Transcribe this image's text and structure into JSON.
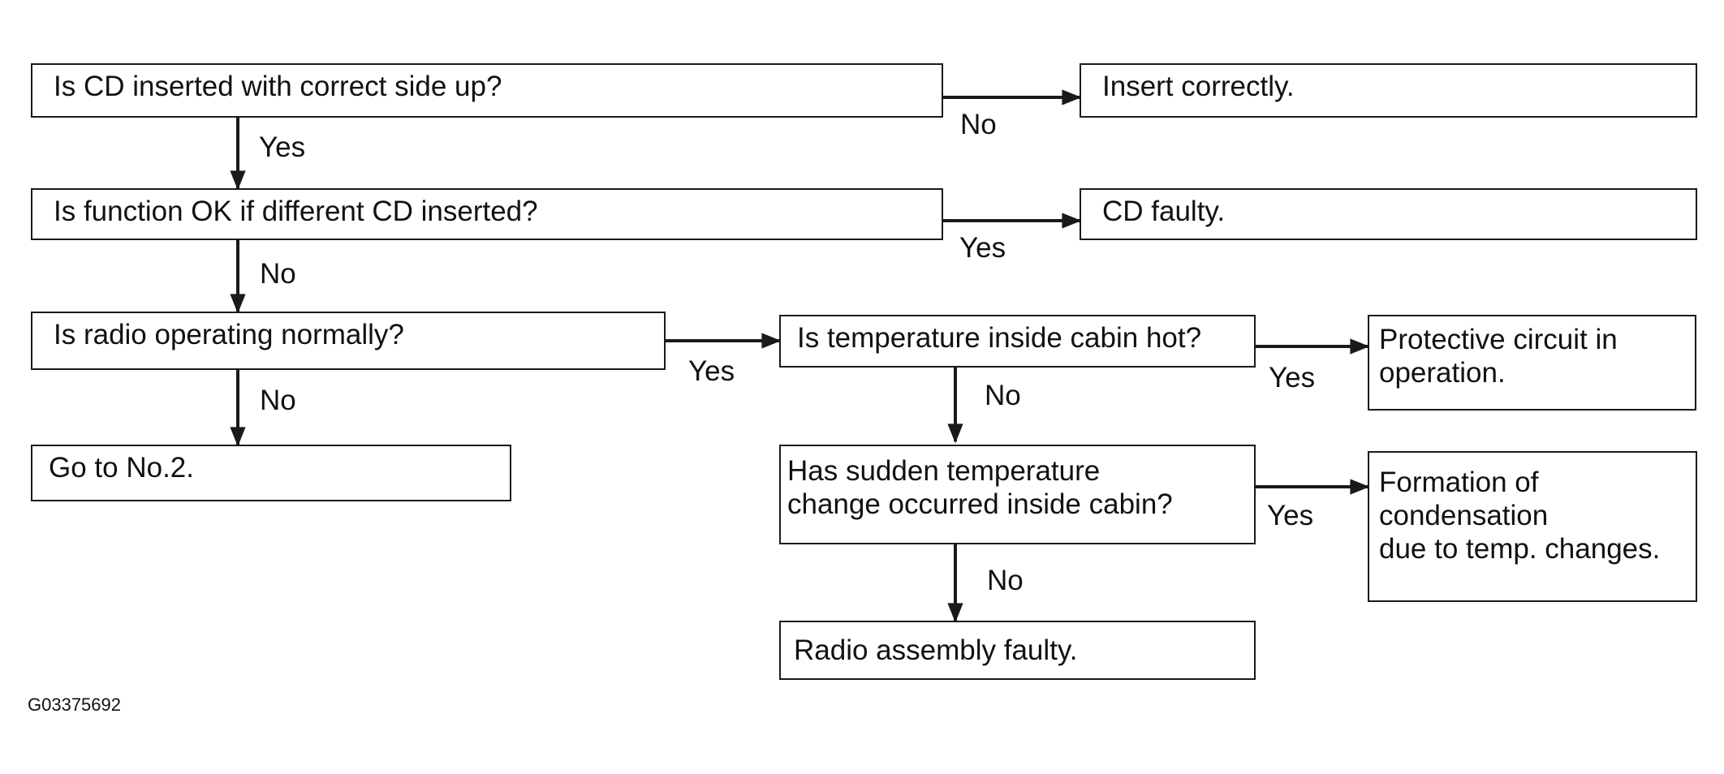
{
  "nodes": {
    "q_cd_side": "Is CD inserted with correct side up?",
    "a_insert": "Insert correctly.",
    "q_diff_cd": "Is function OK if different CD inserted?",
    "a_cd_faulty": "CD faulty.",
    "q_radio": "Is radio operating normally?",
    "a_go_no2": "Go to No.2.",
    "q_temp_hot": "Is temperature inside cabin hot?",
    "a_protective": "Protective circuit in\noperation.",
    "q_sudden": "Has sudden temperature\nchange occurred inside cabin?",
    "a_condensation": "Formation of\ncondensation\ndue to temp. changes.",
    "a_radio_faulty": "Radio assembly faulty."
  },
  "edges": {
    "e_side_no": "No",
    "e_side_yes": "Yes",
    "e_diff_yes": "Yes",
    "e_diff_no": "No",
    "e_radio_yes": "Yes",
    "e_radio_no": "No",
    "e_hot_yes": "Yes",
    "e_hot_no": "No",
    "e_sudden_yes": "Yes",
    "e_sudden_no": "No"
  },
  "figure_code": "G03375692"
}
